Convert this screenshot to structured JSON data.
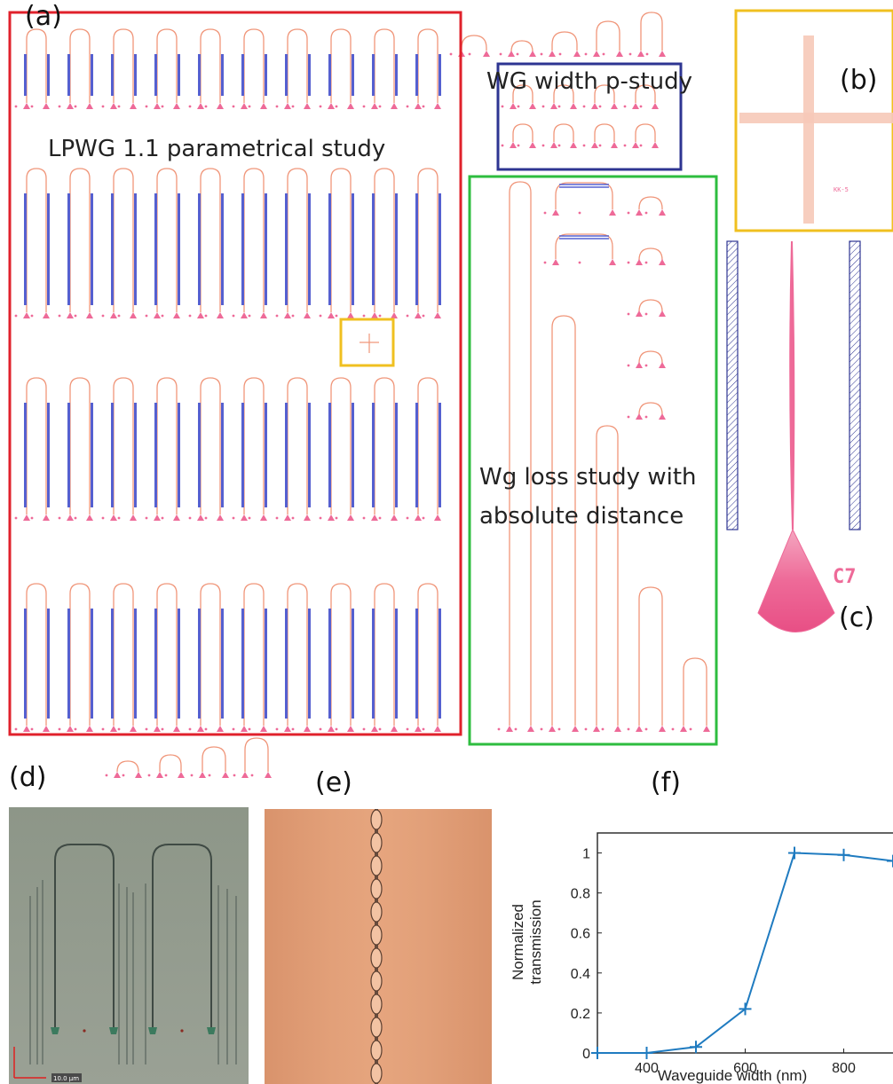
{
  "labels": {
    "panel_a": "(a)",
    "panel_b": "(b)",
    "panel_c": "(c)",
    "panel_d": "(d)",
    "panel_e": "(e)",
    "panel_f": "(f)"
  },
  "regions": {
    "lpwg_study": "LPWG 1.1 parametrical study",
    "wg_width_study": "WG width p-study",
    "wg_loss_study_line1": "Wg loss study with",
    "wg_loss_study_line2": "absolute distance"
  },
  "marker_text": {
    "chip_id": "C7",
    "cross_marker": "KK-5",
    "scale_bar": "10.0 µm"
  },
  "colors": {
    "red_box": "#e0212b",
    "blue_box": "#2e3592",
    "green_box": "#2ebd3f",
    "yellow_box": "#f0c020",
    "waveguide": "#f0967a",
    "grating_coupler": "#ee6a98",
    "grating_fill": "#5560d0",
    "plot_line": "#1f7bc0"
  },
  "chart_data": {
    "type": "line",
    "xlabel": "Waveguide width (nm)",
    "ylabel_line1": "Normalized",
    "ylabel_line2": "transmission",
    "xlim": [
      300,
      900
    ],
    "ylim": [
      0,
      1.1
    ],
    "x_ticks": [
      400,
      600,
      800
    ],
    "y_ticks": [
      0,
      0.2,
      0.4,
      0.6,
      0.8,
      1
    ],
    "series": [
      {
        "x": [
          300,
          400,
          500,
          600,
          700,
          800,
          900
        ],
        "y": [
          0,
          0,
          0.03,
          0.22,
          1.0,
          0.99,
          0.96
        ]
      }
    ]
  }
}
